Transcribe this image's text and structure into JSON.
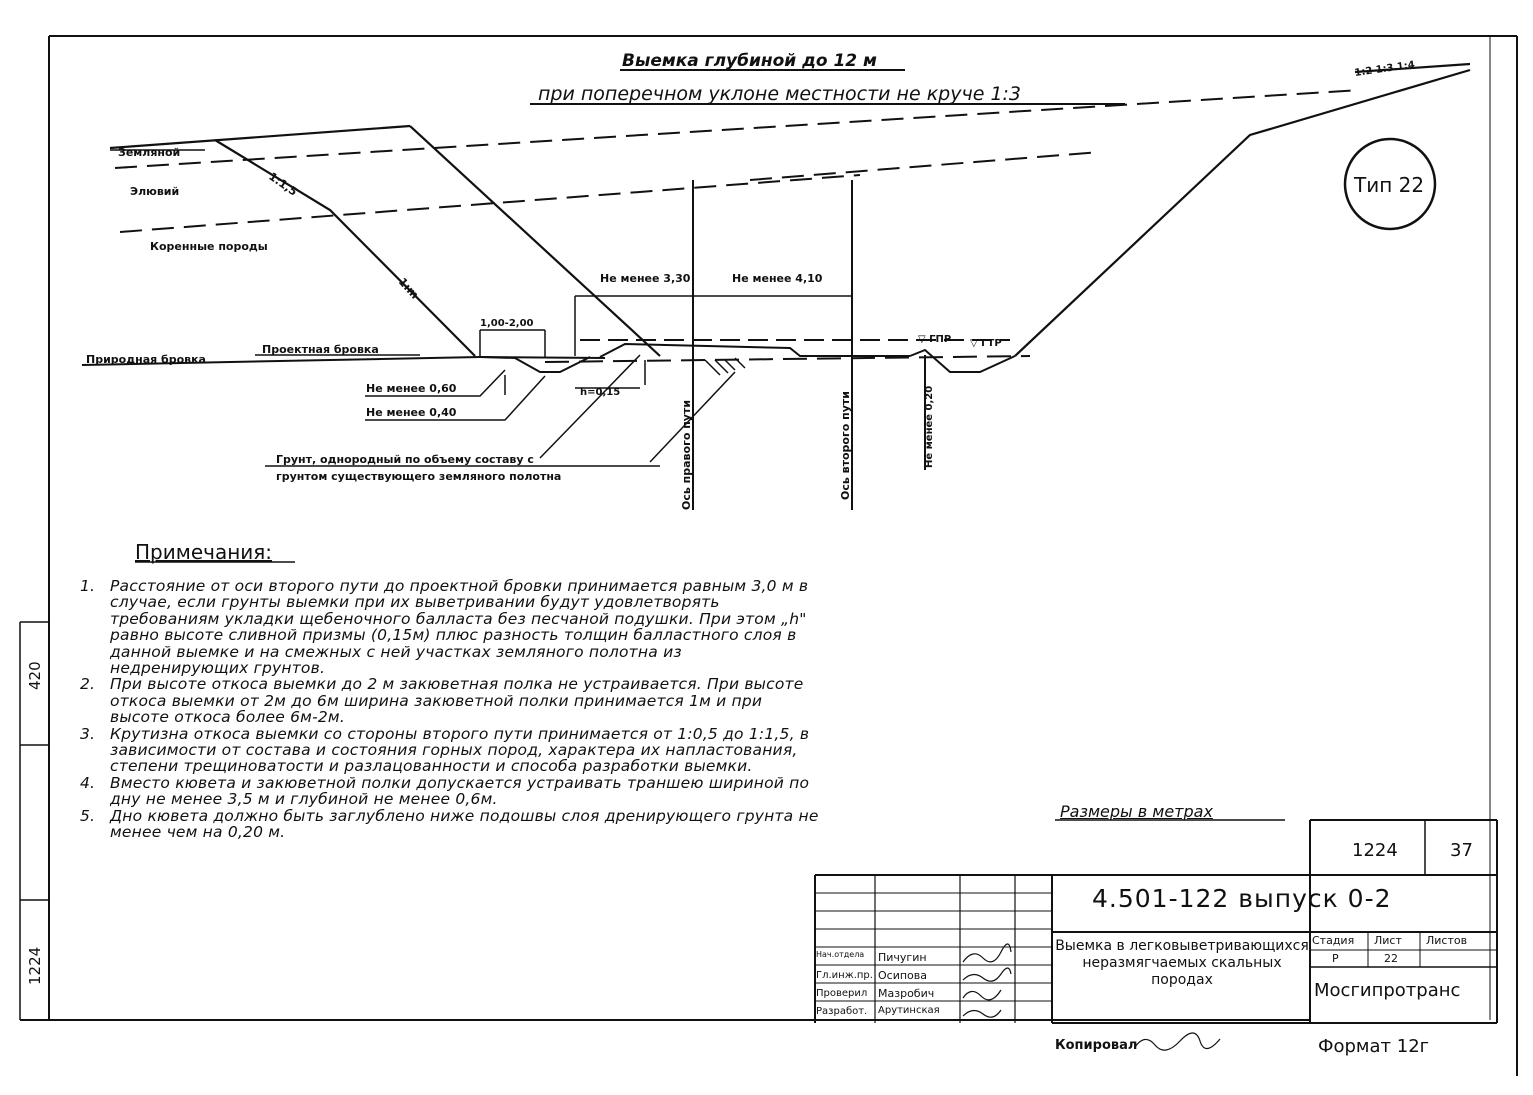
{
  "heading": {
    "line1": "Выемка глубиной до 12 м",
    "line2": "при поперечном уклоне местности не круче 1:3"
  },
  "type_badge": "Тип 22",
  "labels": {
    "soil_top": "Земляной",
    "soil_mid": "Элювий",
    "bedrock": "Коренные породы",
    "slope_1": "1:1,5",
    "slope_2": "1:m",
    "not_less_330": "Не менее 3,30",
    "not_less_410": "Не менее 4,10",
    "ditch_width": "1,00-2,00",
    "natural_edge": "Природная бровка",
    "design_edge": "Проектная бровка",
    "not_less_060": "Не менее 0,60",
    "not_less_040": "Не менее 0,40",
    "h_val": "h=0,15",
    "gpr": "▽ ГПР",
    "gtp": "▽ ГТР",
    "track1_axis": "Ось правого пути",
    "track2_axis": "Ось второго пути",
    "not_less_right": "Не менее 0,20",
    "soil_note_line1": "Грунт, однородный по объему составу с",
    "soil_note_line2": "грунтом существующего земляного полотна",
    "top_right": "1:2 1:3 1:4"
  },
  "notes_title": "Примечания:",
  "notes": [
    {
      "num": "1.",
      "text": "Расстояние от оси второго пути до проектной бровки принимается равным 3,0 м в случае, если грунты выемки при их выветривании будут удовлетворять требованиям укладки щебеночного балласта без песчаной подушки. При этом „h\" равно высоте сливной призмы (0,15м) плюс разность толщин балластного слоя в данной выемке и на смежных с ней участках земляного полотна из недренирующих грунтов."
    },
    {
      "num": "2.",
      "text": "При высоте откоса выемки до 2 м закюветная полка не устраивается. При высоте откоса выемки от 2м до 6м ширина закюветной полки принимается 1м и при высоте откоса более 6м-2м."
    },
    {
      "num": "3.",
      "text": "Крутизна откоса выемки со стороны второго пути принимается от 1:0,5 до 1:1,5, в зависимости от состава и состояния горных пород, характера их напластования, степени трещиноватости и разлацованности и способа разработки выемки."
    },
    {
      "num": "4.",
      "text": "Вместо кювета и закюветной полки допускается устраивать траншею шириной по дну не менее 3,5 м и глубиной не менее 0,6м."
    },
    {
      "num": "5.",
      "text": "Дно кювета должно быть заглублено ниже подошвы слоя дренирующего грунта не менее чем на 0,20 м."
    }
  ],
  "units_note": "Размеры в метрах",
  "title_block": {
    "sheet_code": "1224",
    "sheet_number": "37",
    "project_code": "4.501-122 выпуск 0-2",
    "description": "Выемка в легковыветривающихся неразмягчаемых скальных породах",
    "stage_header": "Стадия",
    "sheet_header": "Лист",
    "sheets_header": "Листов",
    "stage": "Р",
    "sheet": "22",
    "organization": "Мосгипротранс",
    "roles": [
      {
        "role": "Нач.отдела",
        "name": "Пичугин"
      },
      {
        "role": "Гл.инж.пр.",
        "name": "Осипова"
      },
      {
        "role": "Проверил",
        "name": "Мазробич"
      },
      {
        "role": "Разработ.",
        "name": "Арутинская"
      }
    ],
    "copied_by_label": "Копировал",
    "format": "Формат 12г"
  },
  "margin": {
    "top_number": "420",
    "bottom_number": "1224"
  }
}
